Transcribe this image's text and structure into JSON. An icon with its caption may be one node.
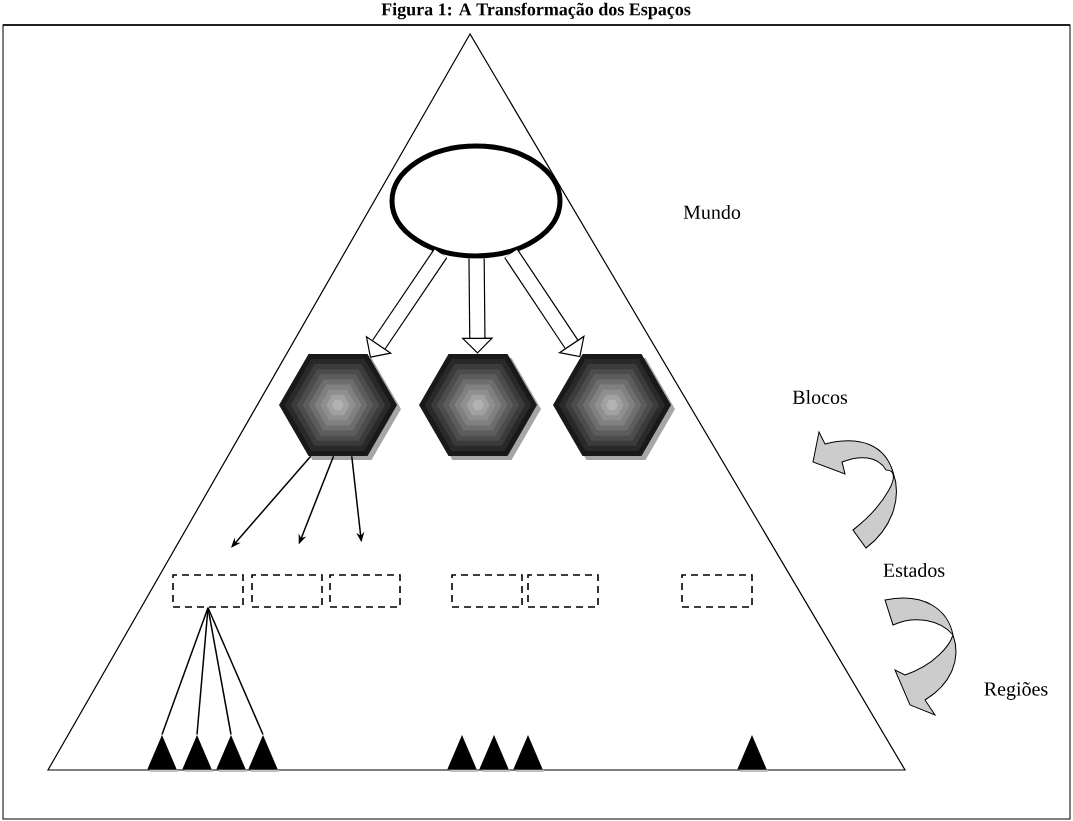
{
  "diagram": {
    "title": "Figura 1: A Transformação dos Espaços",
    "nodes": [
      {
        "text": [],
        "shape": "ellipse"
      },
      {
        "text": [],
        "shape": "hexagon"
      },
      {
        "text": [],
        "shape": "hexagon"
      },
      {
        "text": [],
        "shape": "hexagon"
      },
      {
        "text": [],
        "shape": "box"
      },
      {
        "text": [],
        "shape": "box"
      },
      {
        "text": [],
        "shape": "box"
      },
      {
        "text": [],
        "shape": "box"
      },
      {
        "text": [],
        "shape": "box"
      },
      {
        "text": [],
        "shape": "box"
      },
      {
        "text": [],
        "shape": "triangle"
      },
      {
        "text": [],
        "shape": "triangle"
      },
      {
        "text": [],
        "shape": "triangle"
      },
      {
        "text": [],
        "shape": "triangle"
      },
      {
        "text": [],
        "shape": "triangle"
      },
      {
        "text": [],
        "shape": "triangle"
      },
      {
        "text": [],
        "shape": "triangle"
      },
      {
        "text": [],
        "shape": "triangle"
      }
    ],
    "edges": [
      {
        "from": 0,
        "to": 1,
        "arrow": "to",
        "style": "thick"
      },
      {
        "from": 0,
        "to": 2,
        "arrow": "to",
        "style": "thick"
      },
      {
        "from": 0,
        "to": 3,
        "arrow": "to",
        "style": "thick"
      },
      {
        "from": 1,
        "to": 4,
        "arrow": "to"
      },
      {
        "from": 1,
        "to": 5,
        "arrow": "to"
      },
      {
        "from": 1,
        "to": 6,
        "arrow": "to"
      },
      {
        "from": 4,
        "to": 10,
        "arrow": "none"
      },
      {
        "from": 4,
        "to": 11,
        "arrow": "none"
      },
      {
        "from": 4,
        "to": 12,
        "arrow": "none"
      },
      {
        "from": 4,
        "to": 13,
        "arrow": "none"
      }
    ],
    "labels": [
      "Mundo",
      "Blocos",
      "Estados",
      "Regiões"
    ]
  }
}
